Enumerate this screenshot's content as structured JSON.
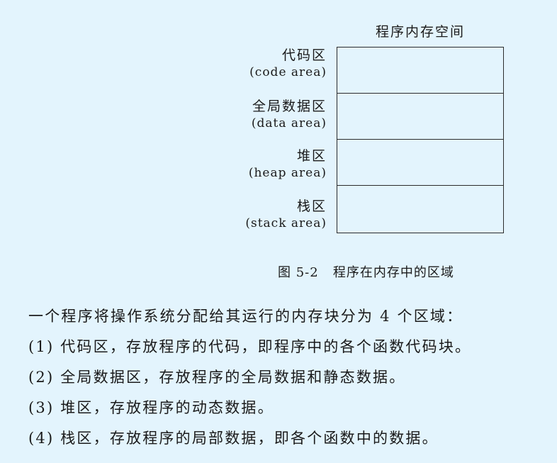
{
  "diagram": {
    "title": "程序内存空间",
    "regions": [
      {
        "name_cn": "代码区",
        "name_en": "(code area)"
      },
      {
        "name_cn": "全局数据区",
        "name_en": "(data area)"
      },
      {
        "name_cn": "堆区",
        "name_en": "(heap area)"
      },
      {
        "name_cn": "栈区",
        "name_en": "(stack area)"
      }
    ],
    "caption": "图 5-2   程序在内存中的区域"
  },
  "body": {
    "intro": "一个程序将操作系统分配给其运行的内存块分为 4 个区域：",
    "items": [
      "(1) 代码区，存放程序的代码，即程序中的各个函数代码块。",
      "(2) 全局数据区，存放程序的全局数据和静态数据。",
      "(3) 堆区，存放程序的动态数据。",
      "(4) 栈区，存放程序的局部数据，即各个函数中的数据。"
    ]
  },
  "colors": {
    "background": "#e3f4fd",
    "border": "#2b2b2b",
    "text": "#1a1a1a"
  }
}
